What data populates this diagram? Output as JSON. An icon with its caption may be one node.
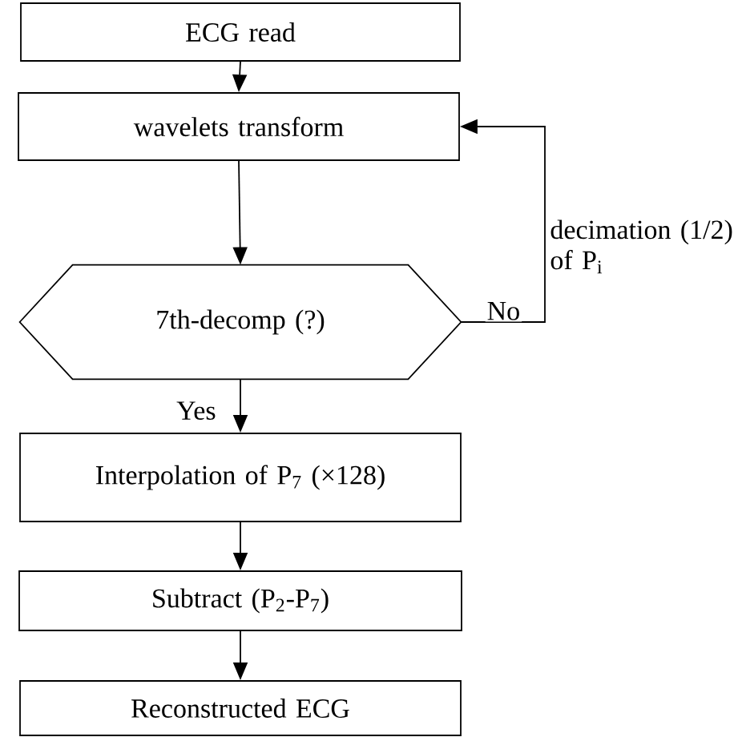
{
  "diagram": {
    "nodes": [
      {
        "text": [
          "ECG read"
        ]
      },
      {
        "text": [
          "wavelets transform"
        ]
      },
      {
        "text": [
          "7th-decomp (?)"
        ]
      },
      {
        "text": [
          "Interpolation of P$_{7}$ (×128)"
        ]
      },
      {
        "text": [
          "Subtract (P$_{2}$-P$_{7}$)"
        ]
      },
      {
        "text": [
          "Reconstructed ECG"
        ]
      }
    ],
    "edges": [
      {
        "from": 0,
        "to": 1,
        "arrow": "to"
      },
      {
        "from": 1,
        "to": 2,
        "arrow": "to"
      },
      {
        "from": 2,
        "to": 3,
        "arrow": "to",
        "label": "Yes"
      },
      {
        "from": 3,
        "to": 4,
        "arrow": "to"
      },
      {
        "from": 4,
        "to": 5,
        "arrow": "to"
      },
      {
        "from": 2,
        "to": 1,
        "arrow": "to",
        "label": "No"
      }
    ],
    "labels": [
      "decimation (1/2) of P$_{i}$"
    ]
  }
}
